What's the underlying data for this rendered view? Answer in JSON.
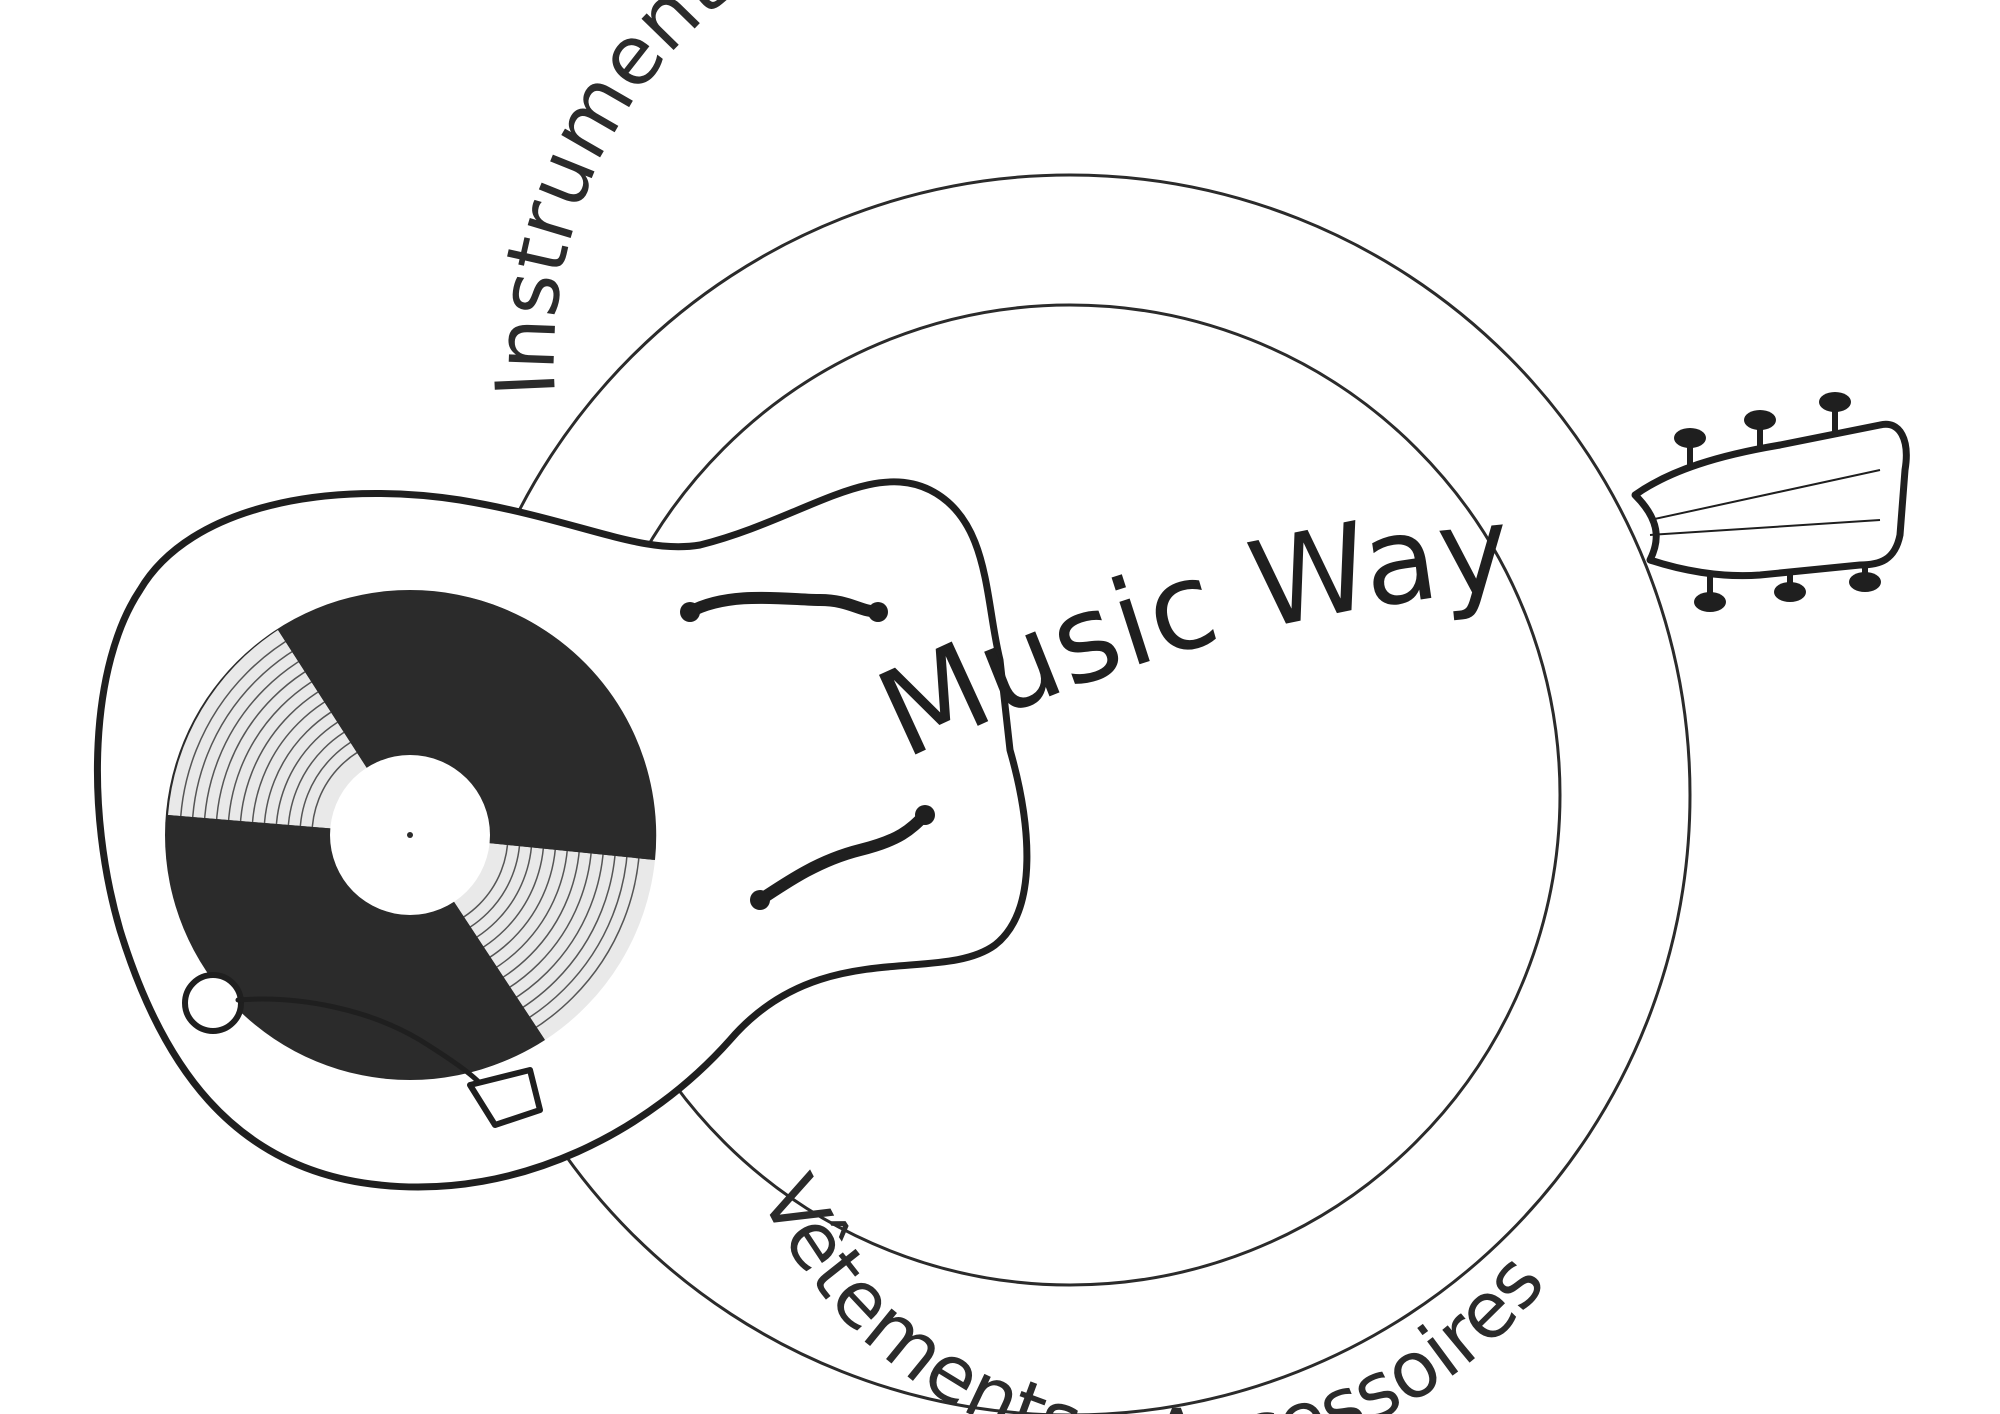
{
  "logo": {
    "brand_name": "Music Way",
    "top_arc_text": "Instruments -Vinyles",
    "bottom_arc_text": "Vêtements - Accessoires",
    "colors": {
      "ink": "#2b2b2b",
      "paper": "#ffffff"
    },
    "icons": [
      "guitar-icon",
      "vinyl-record-icon",
      "tonearm-icon",
      "tuning-peg-icon"
    ]
  }
}
